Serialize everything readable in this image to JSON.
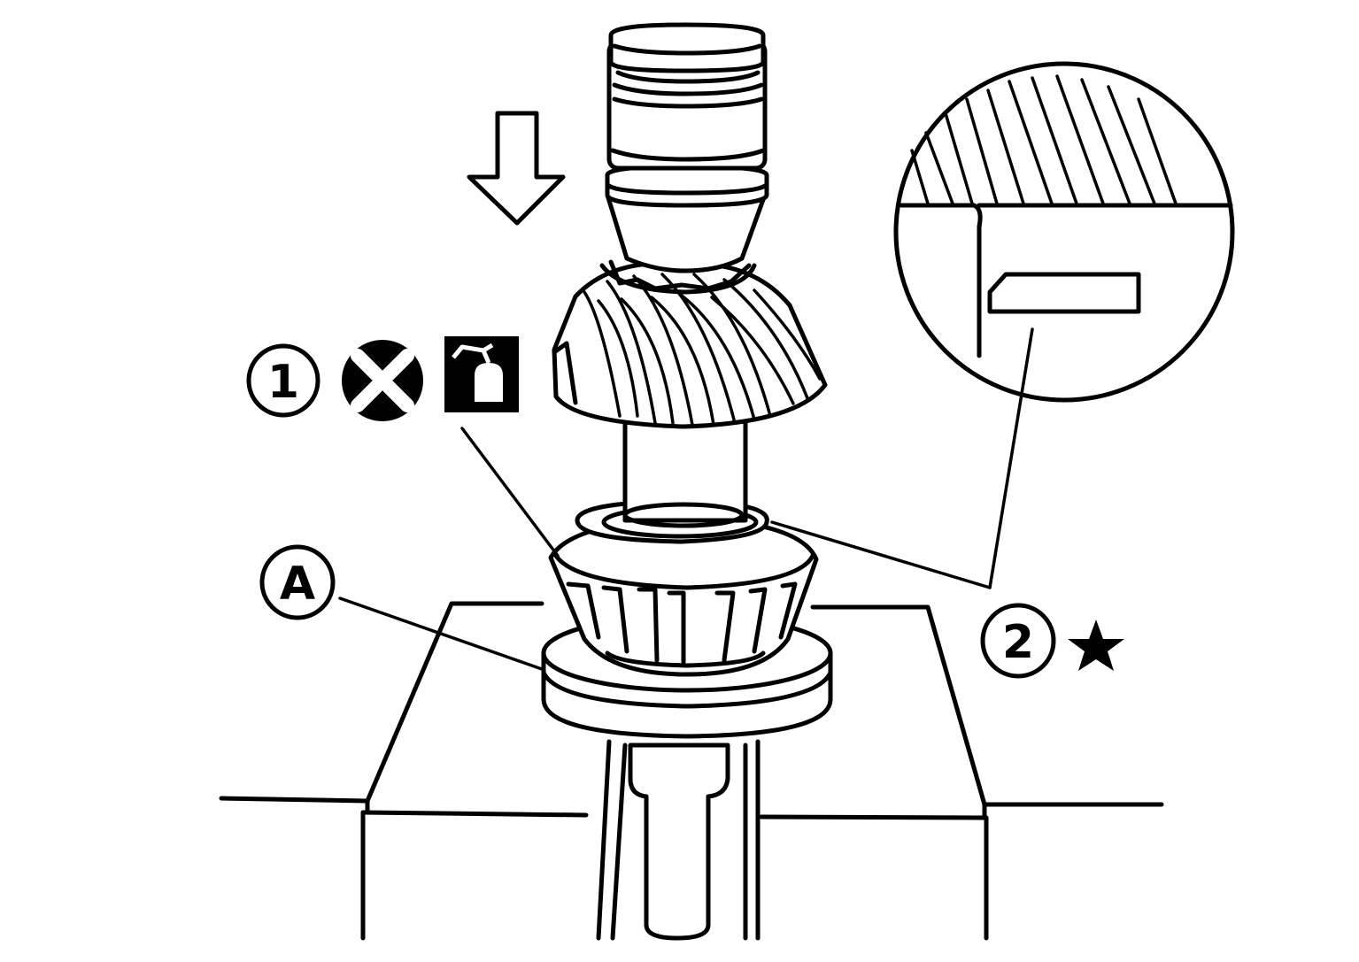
{
  "callouts": {
    "part_1": {
      "number": "1"
    },
    "part_2": {
      "number": "2"
    },
    "tool_a": {
      "letter": "A"
    }
  },
  "icons": {
    "do_not_reuse": "cross-in-circle-icon",
    "apply_oil": "oil-can-icon",
    "selective_part": "star-icon",
    "press_direction": "down-arrow-icon"
  },
  "colors": {
    "ink": "#000000",
    "paper": "#ffffff"
  }
}
